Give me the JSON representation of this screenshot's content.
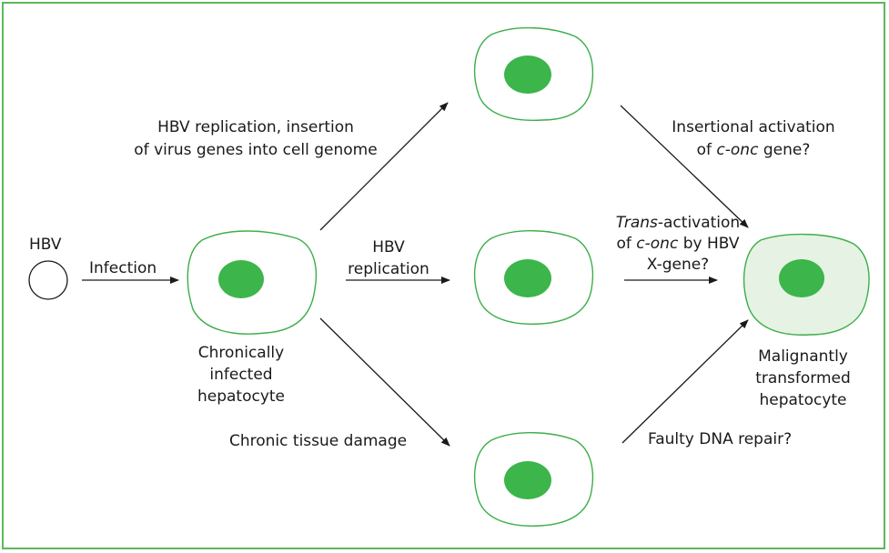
{
  "virus_label": "HBV",
  "infection_label": "Infection",
  "chronic_cell_label": [
    "Chronically",
    "infected",
    "hepatocyte"
  ],
  "top_path_label": [
    "HBV replication, insertion",
    "of virus genes into cell genome"
  ],
  "middle_path_label": [
    "HBV",
    "replication"
  ],
  "bottom_path_label": "Chronic tissue damage",
  "insertional_label": {
    "line1": "Insertional activation",
    "line2_pre": "of ",
    "line2_italic": "c-onc",
    "line2_post": " gene?"
  },
  "transactivation_label": {
    "line1_italic": "Trans",
    "line1_post": "-activation",
    "line2_pre": "of ",
    "line2_italic": "c-onc",
    "line2_post": " by HBV",
    "line3": "X-gene?"
  },
  "dna_repair_label": "Faulty DNA repair?",
  "malignant_label": [
    "Malignantly",
    "transformed",
    "hepatocyte"
  ],
  "colors": {
    "frame": "#5cb85c",
    "cell_outline": "#3cae4a",
    "nucleus": "#3cb54a",
    "malignant_fill": "#e6f2e3",
    "arrow": "#1a1a1a",
    "virus_outline": "#1a1a1a"
  }
}
